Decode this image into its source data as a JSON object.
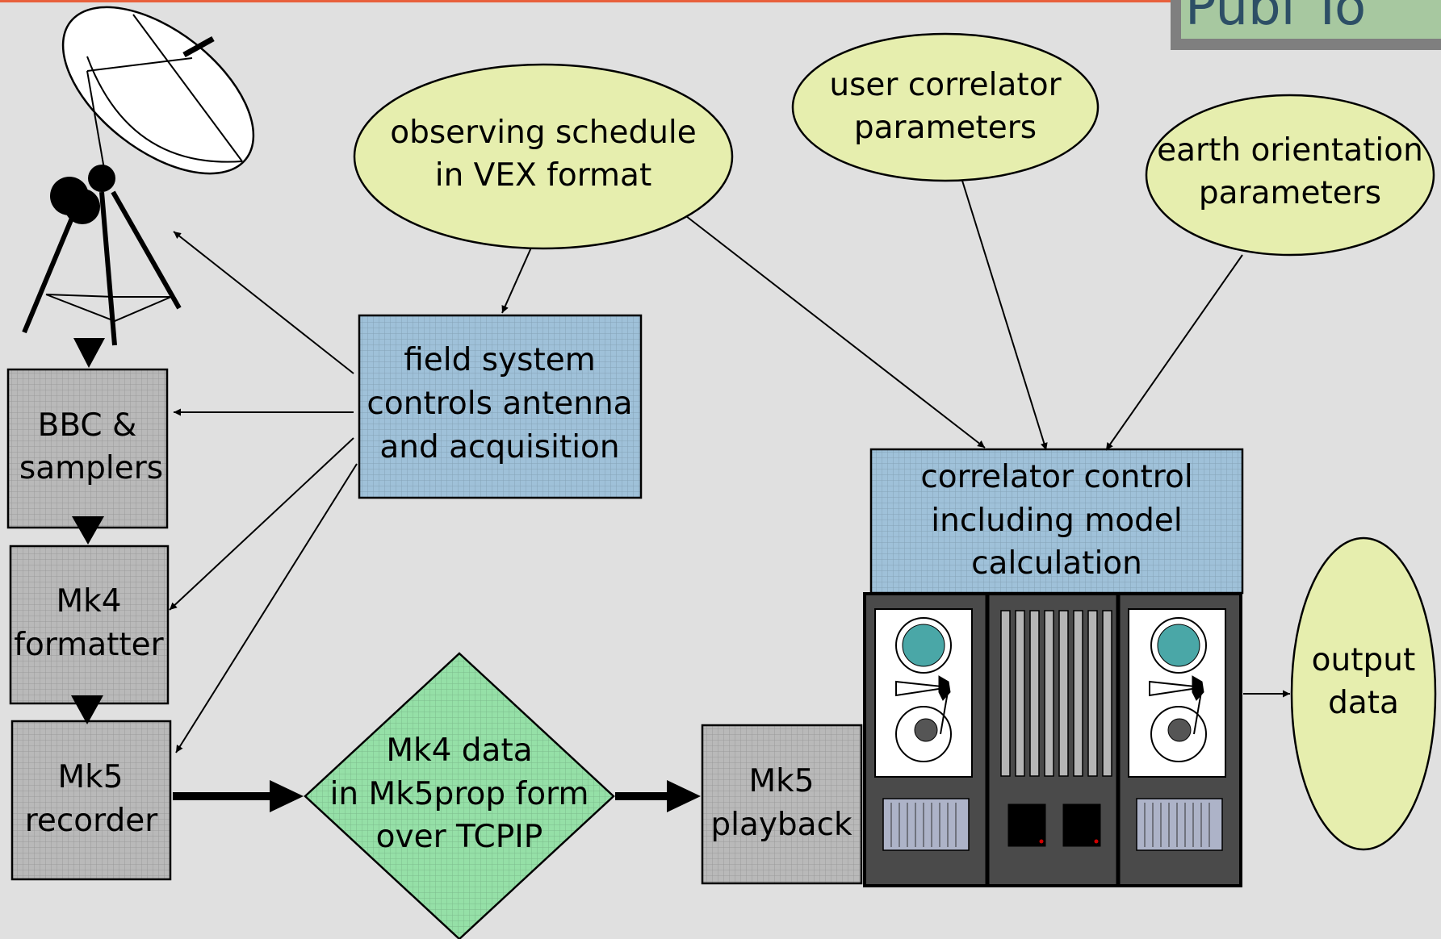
{
  "colors": {
    "background": "#e0e0e0",
    "top_rule": "#e8603c",
    "ellipse_fill": "#e6eeae",
    "blue_box_fill": "#9fc1d9",
    "gray_box_fill": "#b9b9b9",
    "diamond_fill": "#95e0a7",
    "rack_body": "#4a4a4a",
    "reel_hub": "#4aa7a7"
  },
  "logo": {
    "text": "Publ To"
  },
  "nodes": {
    "observing_schedule": {
      "lines": [
        "observing schedule",
        "in VEX format"
      ]
    },
    "user_correlator": {
      "lines": [
        "user correlator",
        "parameters"
      ]
    },
    "earth_orientation": {
      "lines": [
        "earth orientation",
        "parameters"
      ]
    },
    "field_system": {
      "lines": [
        "field system",
        "controls antenna",
        "and acquisition"
      ]
    },
    "bbc": {
      "lines": [
        "BBC &",
        "samplers"
      ]
    },
    "mk4_formatter": {
      "lines": [
        "Mk4",
        "formatter"
      ]
    },
    "mk5_recorder": {
      "lines": [
        "Mk5",
        "recorder"
      ]
    },
    "mk4_data": {
      "lines": [
        "Mk4 data",
        "in Mk5prop form",
        "over TCPIP"
      ]
    },
    "mk5_playback": {
      "lines": [
        "Mk5",
        "playback"
      ]
    },
    "correlator_control": {
      "lines": [
        "correlator control",
        "including model",
        "calculation"
      ]
    },
    "output_data": {
      "lines": [
        "output",
        "data"
      ]
    }
  }
}
